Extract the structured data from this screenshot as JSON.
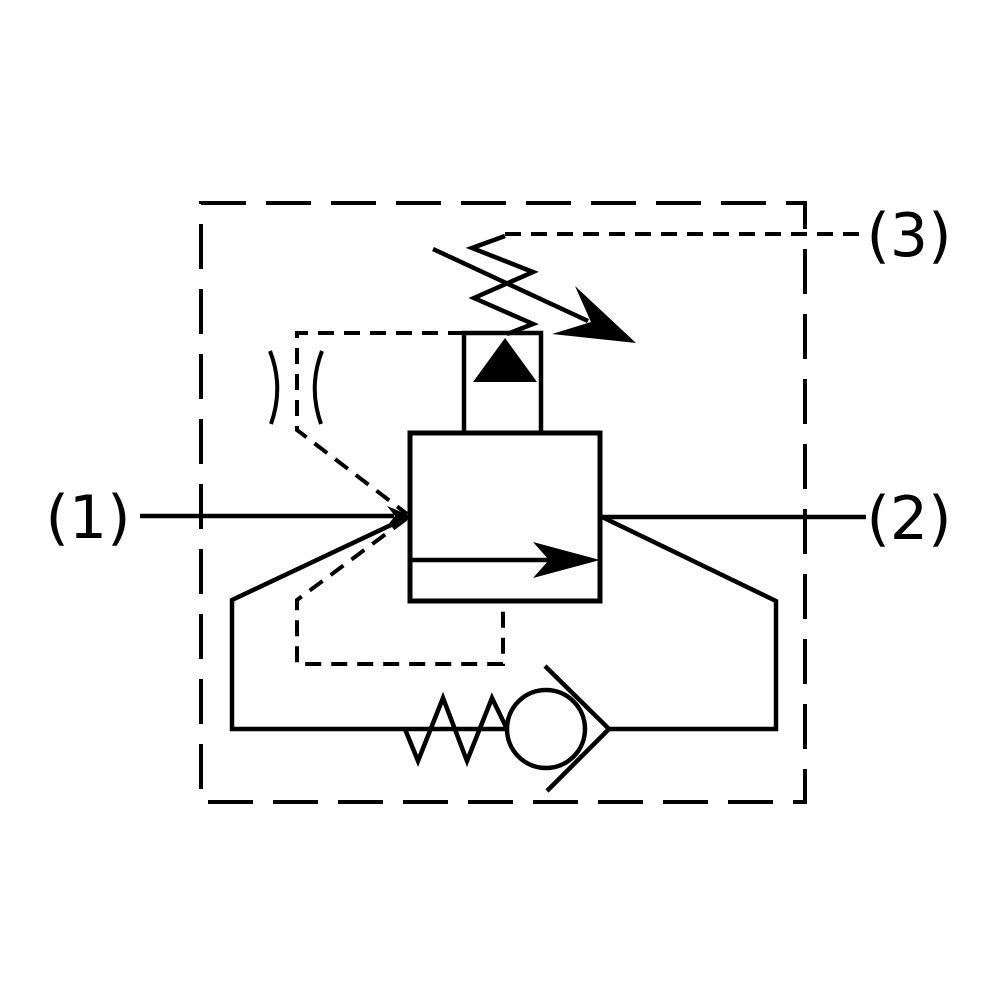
{
  "diagram": {
    "kind": "hydraulic-valve-schematic",
    "background_color": "#ffffff",
    "line_color": "#000000",
    "ports": [
      {
        "label": "(1)"
      },
      {
        "label": "(2)"
      },
      {
        "label": "(3)"
      }
    ],
    "symbols": [
      "dashed-envelope",
      "pressure-valve-body",
      "internal-flow-arrow",
      "pilot-cone-triangle",
      "adjustable-spring",
      "adjustment-arrow",
      "pilot-line-orifice",
      "upper-pilot-line",
      "lower-drain-line",
      "bypass-line",
      "check-valve-spring",
      "check-valve-ball-and-seat"
    ]
  }
}
